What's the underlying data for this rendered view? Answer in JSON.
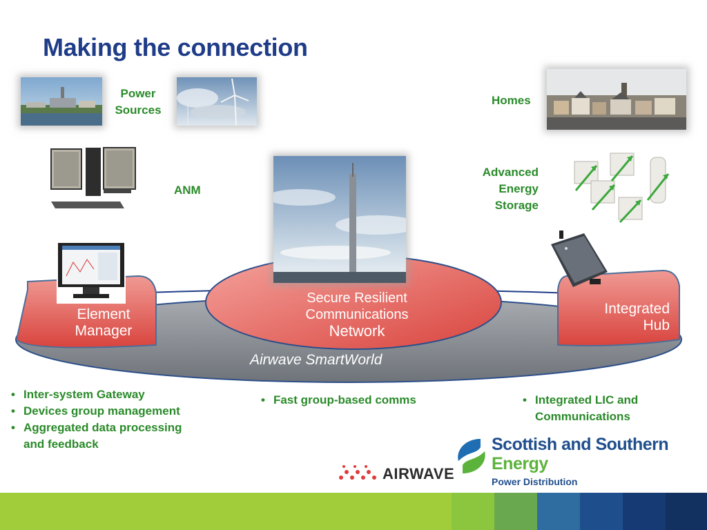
{
  "title": "Making the connection",
  "labels": {
    "power_sources": [
      "Power",
      "Sources"
    ],
    "anm": "ANM",
    "homes": "Homes",
    "storage": [
      "Advanced",
      "Energy",
      "Storage"
    ]
  },
  "diagram": {
    "outer_ring": "Airwave SmartWorld",
    "center_lines": [
      "Secure Resilient",
      "Communications",
      "Network"
    ],
    "left_node": [
      "Element",
      "Manager"
    ],
    "right_node": [
      "Integrated",
      "Hub"
    ]
  },
  "bullets": {
    "left": [
      "Inter-system Gateway",
      "Devices group management",
      "Aggregated data processing",
      "and feedback"
    ],
    "center": [
      "Fast group-based comms"
    ],
    "right": [
      "Integrated LIC and",
      "Communications"
    ]
  },
  "logos": {
    "airwave": "AIRWAVE",
    "sse": [
      "Scottish and Southern",
      "Energy",
      "Power Distribution"
    ]
  },
  "colors": {
    "title": "#1f3c88",
    "labels": "#2a8a2a",
    "node_fill": "#e35a55",
    "ring_fill": "#8a8f96",
    "footer": [
      "#a2cd3a",
      "#8cc63f",
      "#69a84f",
      "#2f6c9f",
      "#1f4e8c",
      "#163a73"
    ]
  },
  "icons": [
    "factory-photo",
    "wind-turbine-photo",
    "computer-workstation-icon",
    "monitor-icon",
    "radio-mast-photo",
    "town-photo",
    "storage-heater-icon",
    "hub-device-icon"
  ]
}
